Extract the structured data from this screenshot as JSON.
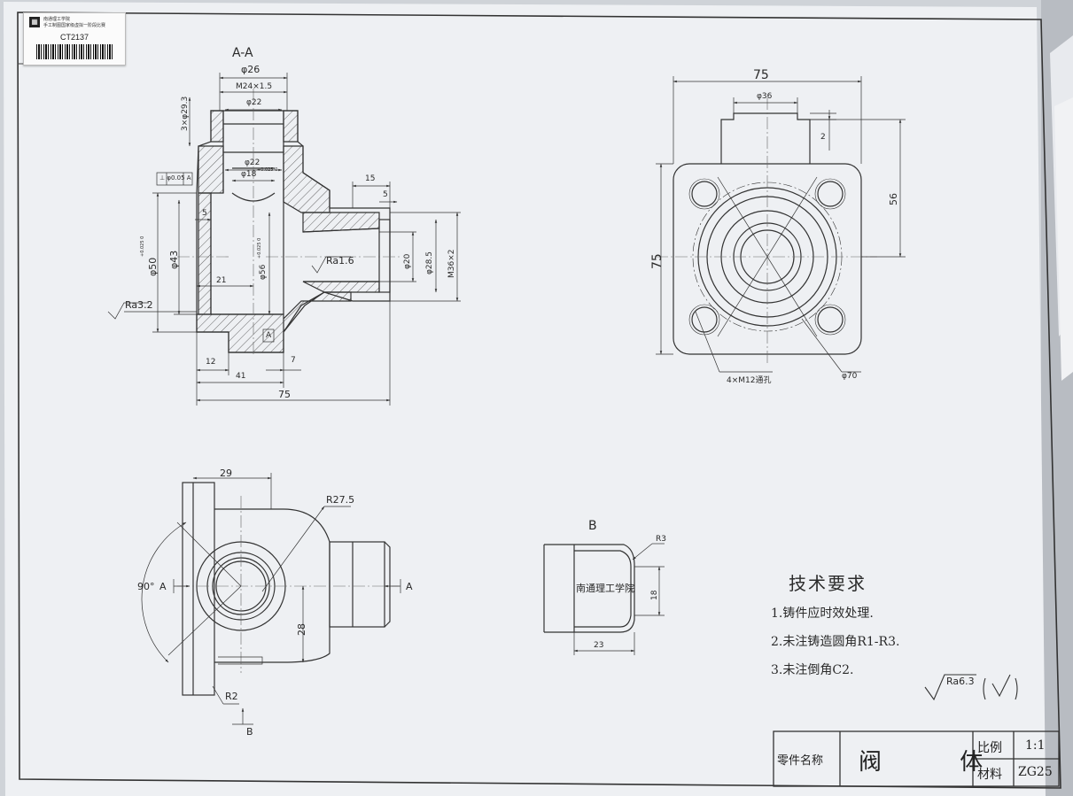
{
  "sticker": {
    "school_line1": "南通理工学院",
    "school_line2": "手工制图国家级虚拟一阶段比赛",
    "code": "CT2137"
  },
  "section_view": {
    "title": "A-A",
    "dims": {
      "d26": "φ26",
      "m24": "M24×1.5",
      "d22a": "φ22",
      "d22b": "φ22",
      "d18": "φ18",
      "d18_tol": "+0.025 0",
      "depth": "3×φ29.3",
      "perp": "⊥ φ0.05 A",
      "d50": "φ50",
      "d50_tol": "+0.025 0",
      "d43": "φ43",
      "five_a": "5",
      "twentyone": "21",
      "d56": "φ56",
      "d56_tol": "+0.025 0",
      "fifteen": "15",
      "five_b": "5",
      "ra16": "Ra1.6",
      "d20": "φ20",
      "d285": "φ28.5",
      "m36": "M36×2",
      "ra32": "Ra3.2",
      "datum_a": "A",
      "twelve": "12",
      "seven": "7",
      "fortyone": "41",
      "seventyfive": "75"
    }
  },
  "side_view": {
    "dims": {
      "w75": "75",
      "d36": "φ36",
      "two": "2",
      "h56": "56",
      "h75": "75",
      "holes": "4×M12通孔",
      "d70": "φ70"
    }
  },
  "top_view": {
    "dims": {
      "w29": "29",
      "r275": "R27.5",
      "ang90": "90°",
      "cut_a_left": "A",
      "cut_a_right": "A",
      "h28": "28",
      "r2": "R2",
      "view_b": "B"
    }
  },
  "detail_b": {
    "title": "B",
    "r3": "R3",
    "text": "南通理工学院",
    "h18": "18",
    "w23": "23"
  },
  "tech_requirements": {
    "title": "技术要求",
    "items": [
      "1.铸件应时效处理.",
      "2.未注铸造圆角R1-R3.",
      "3.未注倒角C2."
    ],
    "roughness": "Ra6.3"
  },
  "title_block": {
    "part_name_label": "零件名称",
    "part_name": "阀 体",
    "scale_label": "比例",
    "scale": "1:1",
    "material_label": "材料",
    "material": "ZG25"
  }
}
